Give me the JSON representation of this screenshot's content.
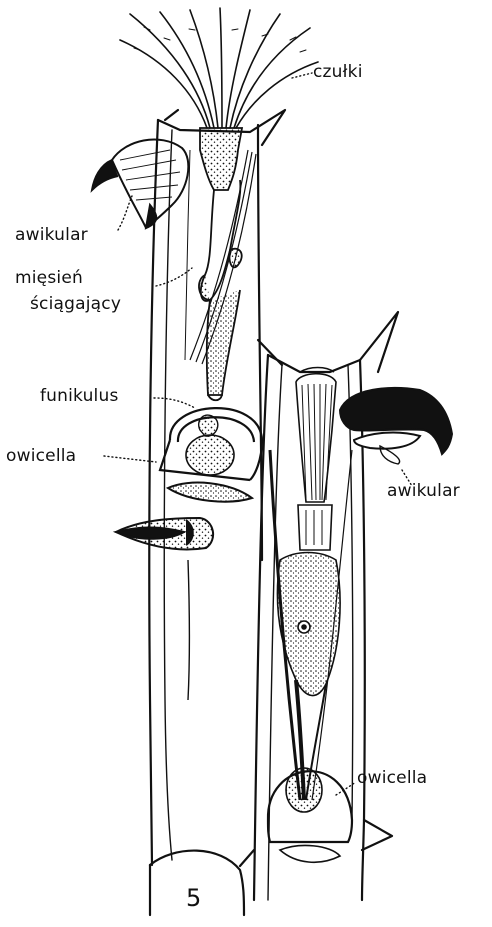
{
  "labels": {
    "tentacles": "czułki",
    "avicularium_top": "awikular",
    "retractor_line1": "mięsień",
    "retractor_line2": "ściągający",
    "funiculus": "funikulus",
    "ovicell_left": "owicella",
    "avicularium_right": "awikular",
    "ovicell_bottom": "owicella"
  },
  "figure_number": "5",
  "colors": {
    "ink": "#111111",
    "paper": "#ffffff"
  }
}
